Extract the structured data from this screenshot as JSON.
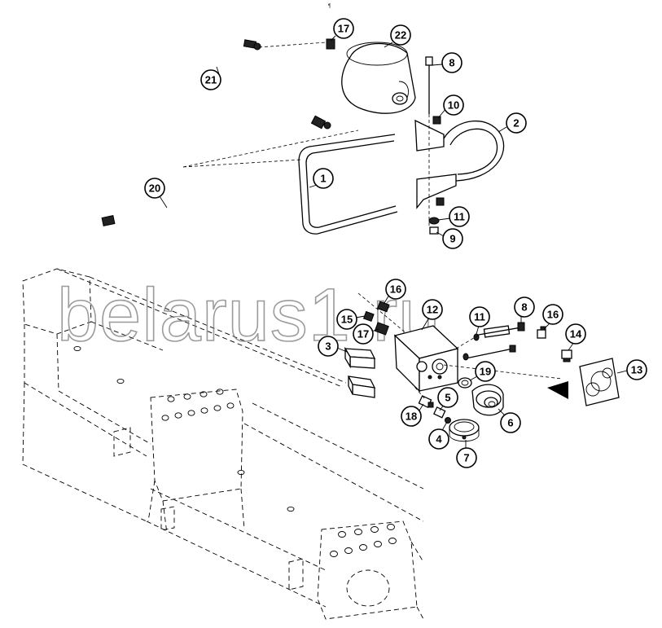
{
  "diagram": {
    "watermark": "belarus1.ru",
    "corner_mark": "¶",
    "callouts": [
      {
        "id": "c1",
        "label": "1"
      },
      {
        "id": "c2",
        "label": "2"
      },
      {
        "id": "c3",
        "label": "3"
      },
      {
        "id": "c4",
        "label": "4"
      },
      {
        "id": "c5",
        "label": "5"
      },
      {
        "id": "c6",
        "label": "6"
      },
      {
        "id": "c7",
        "label": "7"
      },
      {
        "id": "c8a",
        "label": "8"
      },
      {
        "id": "c8b",
        "label": "8"
      },
      {
        "id": "c9",
        "label": "9"
      },
      {
        "id": "c10",
        "label": "10"
      },
      {
        "id": "c11a",
        "label": "11"
      },
      {
        "id": "c11b",
        "label": "11"
      },
      {
        "id": "c12",
        "label": "12"
      },
      {
        "id": "c13",
        "label": "13"
      },
      {
        "id": "c14",
        "label": "14"
      },
      {
        "id": "c15",
        "label": "15"
      },
      {
        "id": "c16a",
        "label": "16"
      },
      {
        "id": "c16b",
        "label": "16"
      },
      {
        "id": "c17a",
        "label": "17"
      },
      {
        "id": "c17b",
        "label": "17"
      },
      {
        "id": "c18",
        "label": "18"
      },
      {
        "id": "c19",
        "label": "19"
      },
      {
        "id": "c20",
        "label": "20"
      },
      {
        "id": "c21",
        "label": "21"
      },
      {
        "id": "c22",
        "label": "22"
      }
    ]
  }
}
